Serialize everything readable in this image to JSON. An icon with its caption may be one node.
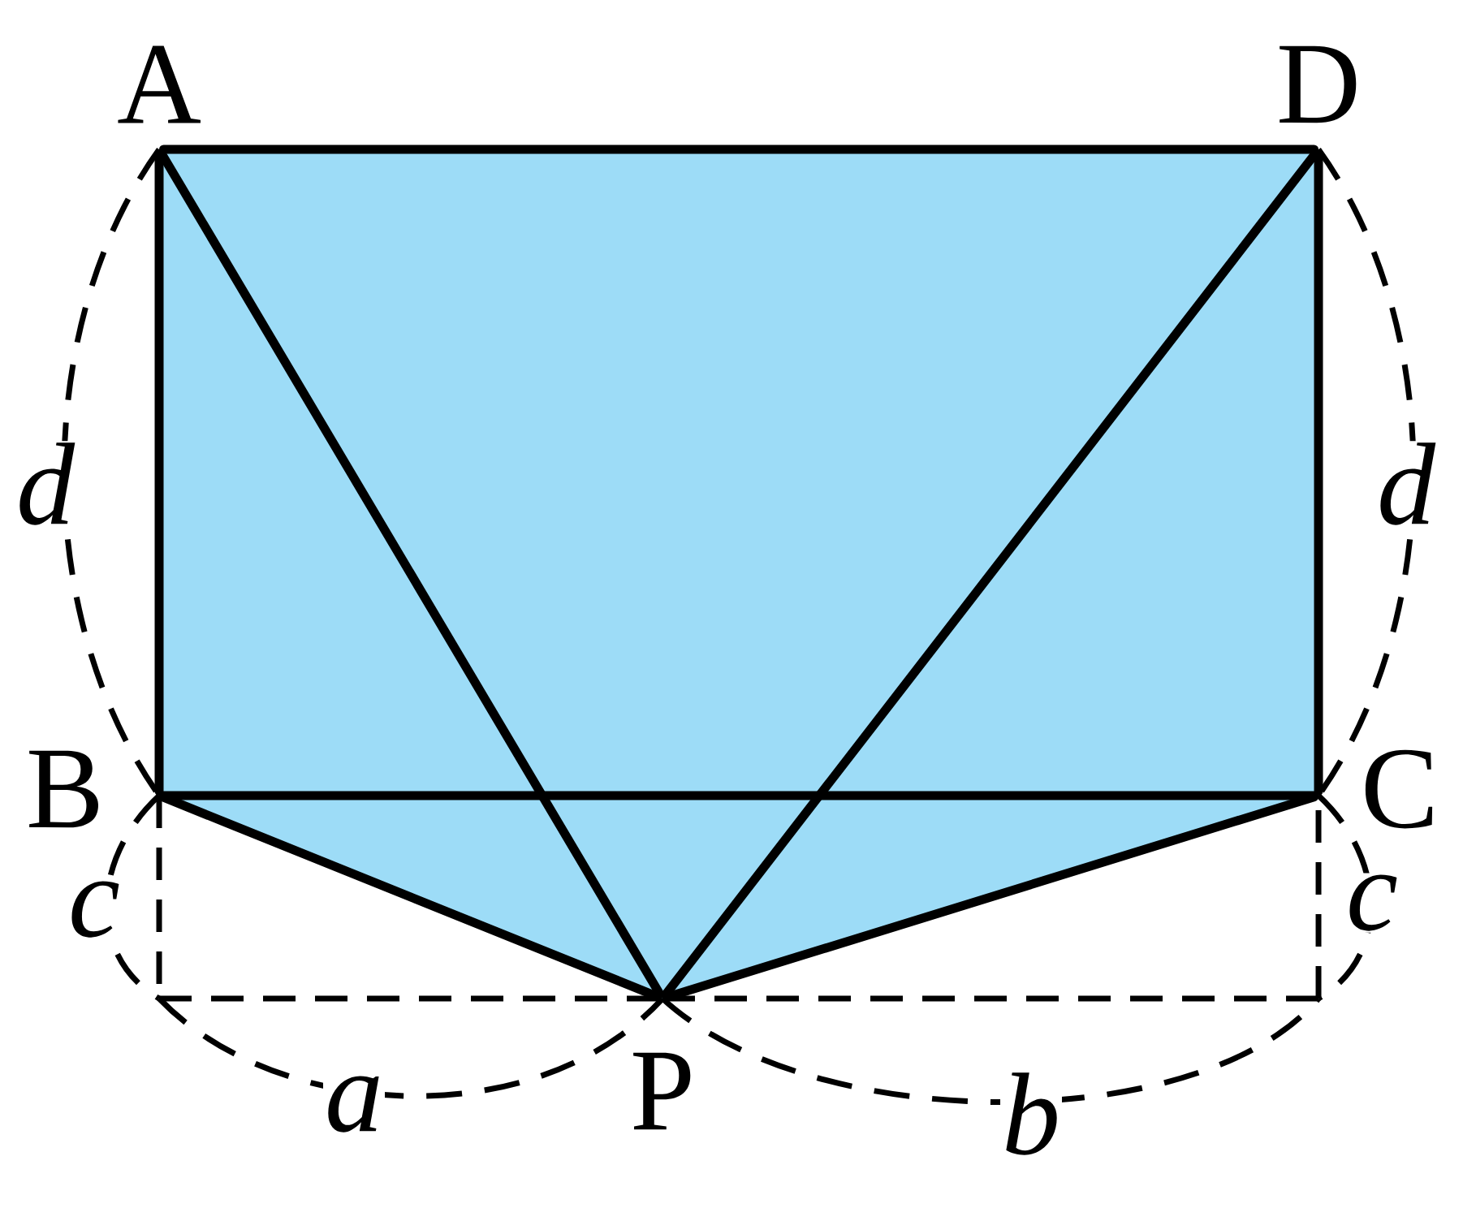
{
  "diagram": {
    "nodes": [
      {
        "text": [
          "A"
        ]
      },
      {
        "text": [
          "B"
        ]
      },
      {
        "text": [
          "C"
        ]
      },
      {
        "text": [
          "D"
        ]
      },
      {
        "text": [
          "P"
        ]
      }
    ],
    "edges": [
      {
        "from": 0,
        "to": 3,
        "arrow": "none"
      },
      {
        "from": 0,
        "to": 1,
        "arrow": "none"
      },
      {
        "from": 3,
        "to": 2,
        "arrow": "none"
      },
      {
        "from": 1,
        "to": 2,
        "arrow": "none"
      },
      {
        "from": 1,
        "to": 4,
        "arrow": "none"
      },
      {
        "from": 2,
        "to": 4,
        "arrow": "none"
      },
      {
        "from": 0,
        "to": 4,
        "arrow": "none"
      },
      {
        "from": 3,
        "to": 4,
        "arrow": "none"
      }
    ],
    "labels": [
      "d",
      "d",
      "c",
      "c",
      "a",
      "b"
    ]
  }
}
